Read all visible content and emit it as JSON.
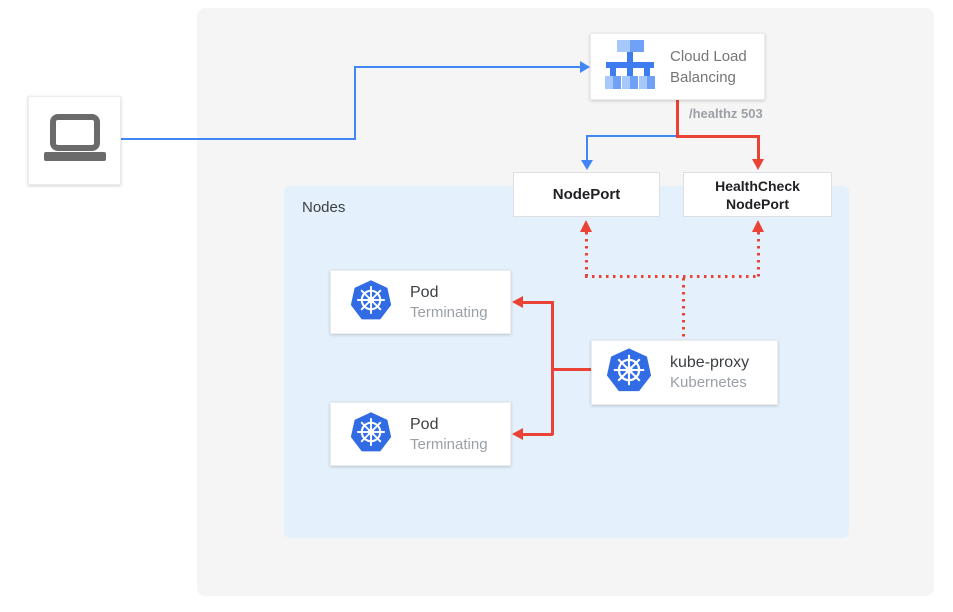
{
  "colors": {
    "flow_blue": "#4285F4",
    "flow_red": "#EA4335",
    "kubernetes_blue": "#326CE5",
    "nodes_panel_bg": "#E4F0FC",
    "canvas_bg": "#F5F5F5",
    "lb_icon_light": "#A6C8FA",
    "lb_icon_medium": "#6FA1F8",
    "lb_icon_dark": "#3D7DF0",
    "laptop_gray": "#6B6B6B"
  },
  "diagram": {
    "client": {
      "icon": "laptop-icon"
    },
    "cloud_load_balancing": {
      "label_line1": "Cloud Load",
      "label_line2": "Balancing",
      "icon": "load-balancer-icon"
    },
    "healthz_label": "/healthz 503",
    "nodeport": {
      "label": "NodePort"
    },
    "healthcheck_nodeport": {
      "label_line1": "HealthCheck",
      "label_line2": "NodePort"
    },
    "nodes_group": {
      "label": "Nodes"
    },
    "pods": [
      {
        "title": "Pod",
        "status": "Terminating",
        "icon": "kubernetes-icon"
      },
      {
        "title": "Pod",
        "status": "Terminating",
        "icon": "kubernetes-icon"
      }
    ],
    "kube_proxy": {
      "title": "kube-proxy",
      "subtitle": "Kubernetes",
      "icon": "kubernetes-icon"
    }
  }
}
